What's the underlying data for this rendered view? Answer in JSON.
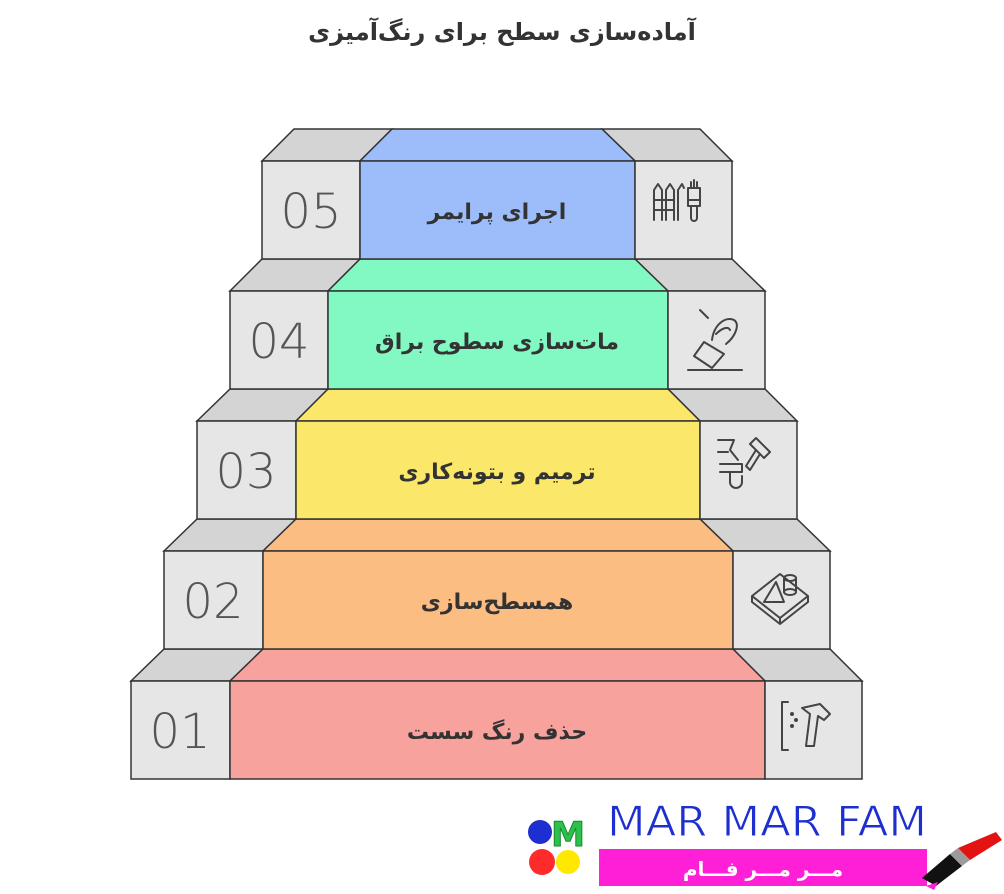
{
  "title": "آماده‌سازی سطح برای رنگ‌آمیزی",
  "steps": [
    {
      "number": "01",
      "label": "حذف رنگ سست",
      "color": "#f8a29e",
      "icon": "scraper-hammer-icon"
    },
    {
      "number": "02",
      "label": "همسطح‌سازی",
      "color": "#fbbd82",
      "icon": "leveling-shapes-icon"
    },
    {
      "number": "03",
      "label": "ترمیم و بتونه‌کاری",
      "color": "#fbe86a",
      "icon": "repair-trowel-icon"
    },
    {
      "number": "04",
      "label": "مات‌سازی سطوح براق",
      "color": "#82f8c2",
      "icon": "sanding-block-icon"
    },
    {
      "number": "05",
      "label": "اجرای پرایمر",
      "color": "#9dbdfa",
      "icon": "primer-brush-icon"
    }
  ],
  "colors": {
    "gray_face": "#e6e6e6",
    "gray_top": "#d4d4d4",
    "stroke": "#333333",
    "number_text": "#555555"
  },
  "logo": {
    "text_en": "MAR MAR FAM",
    "text_fa": "مـــر مـــر فـــام",
    "badge": "M",
    "colors": {
      "blue": "#1e2fcf",
      "pink": "#ff1fd6",
      "green": "#2dc04a",
      "red": "#ff2a2a",
      "yellow": "#ffe800"
    }
  }
}
